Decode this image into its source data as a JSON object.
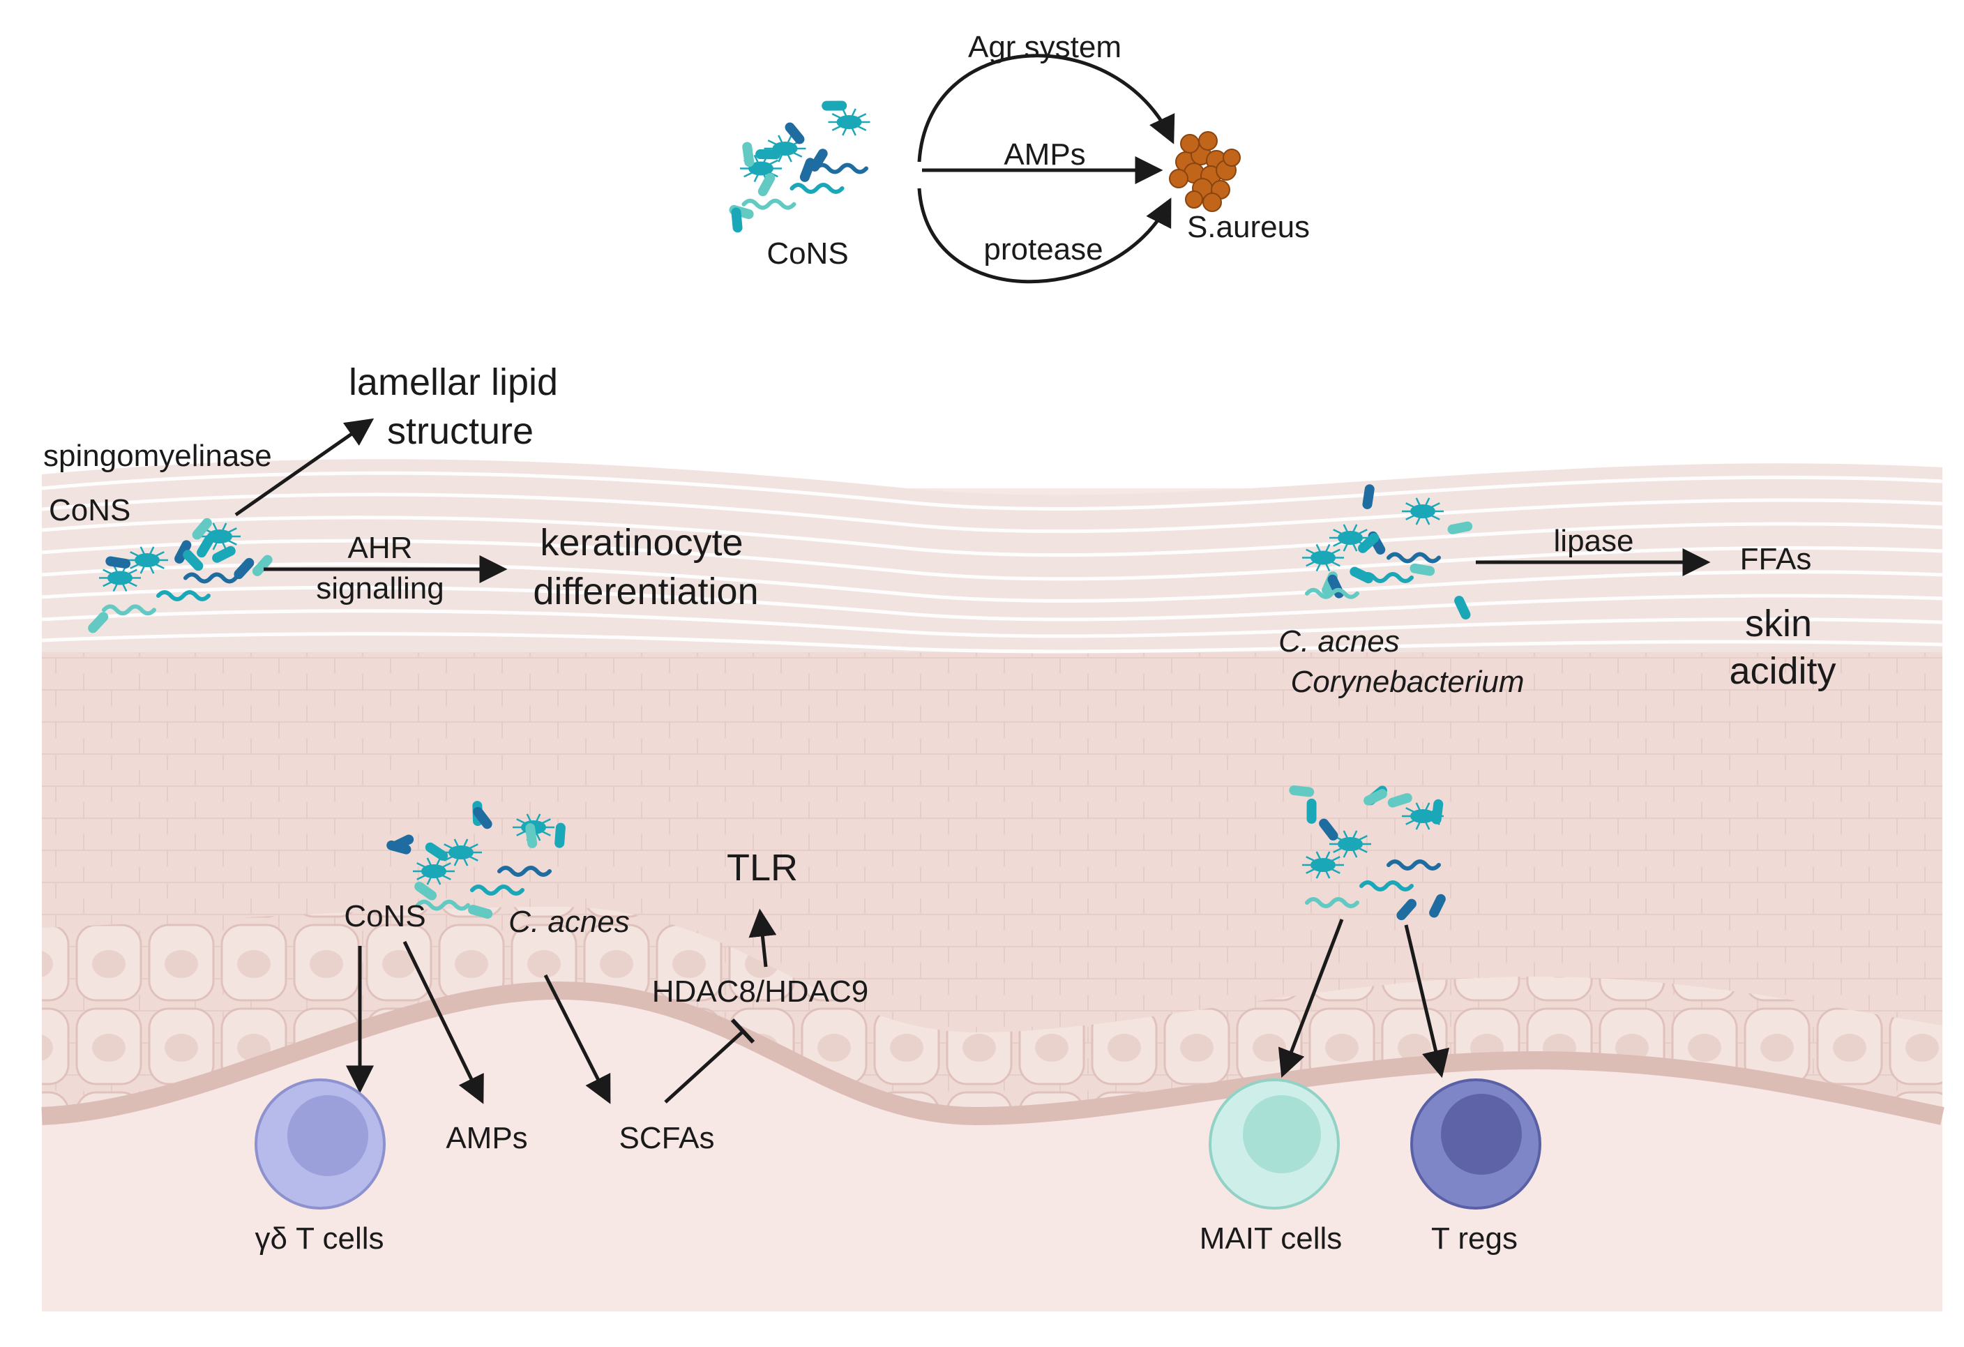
{
  "top": {
    "cons_label": "CoNS",
    "target_label": "S.aureus",
    "paths": {
      "top_arc": "Agr system",
      "middle": "AMPs",
      "bottom_arc": "protease"
    }
  },
  "upper_left": {
    "enzyme": "spingomyelinase",
    "cons_label": "CoNS",
    "lipid_line1": "lamellar lipid",
    "lipid_line2": "structure",
    "ahr_line1": "AHR",
    "ahr_line2": "signalling",
    "kerat_line1": "keratinocyte",
    "kerat_line2": "differentiation"
  },
  "upper_right": {
    "species_line1": "C. acnes",
    "species_line2": "Corynebacterium",
    "enzyme": "lipase",
    "product": "FFAs",
    "acidity_line1": "skin",
    "acidity_line2": "acidity"
  },
  "lower_left": {
    "cons_label": "CoNS",
    "cacnes_label": "C. acnes",
    "tlr": "TLR",
    "hdac": "HDAC8/HDAC9",
    "amps": "AMPs",
    "scfas": "SCFAs",
    "gd_cells": "γδ T cells"
  },
  "lower_right": {
    "mait": "MAIT cells",
    "tregs": "T regs"
  },
  "colors": {
    "arrow": "#1a1a1a",
    "dermis": "#f6e6e3",
    "epidermis": "#efd9d4",
    "stratum_corneum": "#f3e7e4",
    "basement_band": "#e2c3bd",
    "bacteria_dark": "#1f6da0",
    "bacteria_teal": "#1aa7b8",
    "bacteria_light": "#63c9c3",
    "s_aureus": "#c0651a",
    "gd_cell": "#b3b8ea",
    "mait_cell": "#c6ece6",
    "treg_cell": "#7c82c4"
  }
}
